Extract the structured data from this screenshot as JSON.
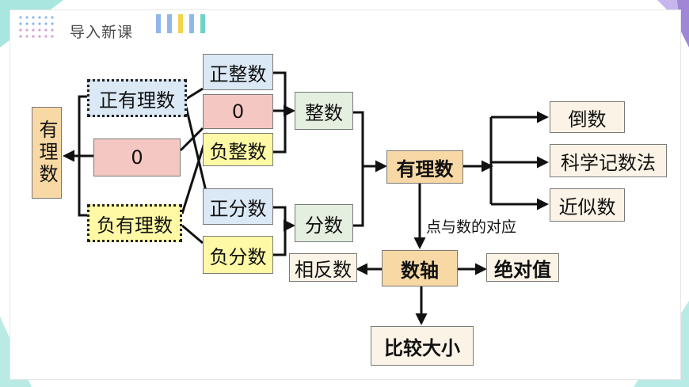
{
  "header": {
    "title": "导入新课"
  },
  "nodes": {
    "rational_left": "有理数",
    "positive_rational": "正有理数",
    "zero_left": "0",
    "negative_rational": "负有理数",
    "positive_integer": "正整数",
    "zero_mid": "0",
    "negative_integer": "负整数",
    "positive_fraction": "正分数",
    "negative_fraction": "负分数",
    "integer": "整数",
    "fraction": "分数",
    "rational_center": "有理数",
    "reciprocal": "倒数",
    "scientific_notation": "科学记数法",
    "approximate_number": "近似数",
    "number_line": "数轴",
    "opposite_number": "相反数",
    "absolute_value": "绝对值",
    "compare_size": "比较大小"
  },
  "labels": {
    "point_number_correspondence": "点与数的对应"
  },
  "colors": {
    "blue_box": "#dbe8f5",
    "yellow_box": "#fff9a6",
    "pink_box": "#f5c7c2",
    "green_box": "#e4efdf",
    "orange_box": "#f8d9a5",
    "accent_purple": "#a58bd6",
    "accent_teal": "#6fd3c6"
  }
}
